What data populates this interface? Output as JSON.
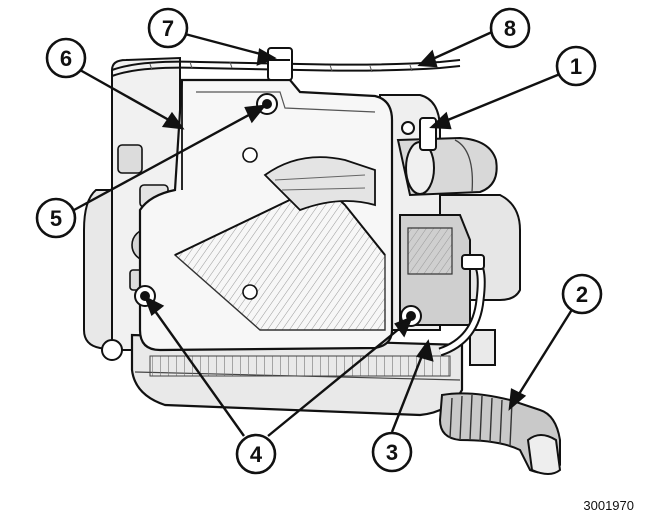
{
  "figure": {
    "id_label": "3001970"
  },
  "callouts": [
    {
      "id": "1",
      "label": "1"
    },
    {
      "id": "2",
      "label": "2"
    },
    {
      "id": "3",
      "label": "3"
    },
    {
      "id": "4",
      "label": "4"
    },
    {
      "id": "5",
      "label": "5"
    },
    {
      "id": "6",
      "label": "6"
    },
    {
      "id": "7",
      "label": "7"
    },
    {
      "id": "8",
      "label": "8"
    }
  ],
  "colors": {
    "line": "#111111",
    "part_fill": "#ffffff",
    "shade": "#d9d9d9",
    "dark_shade": "#9a9a9a"
  }
}
